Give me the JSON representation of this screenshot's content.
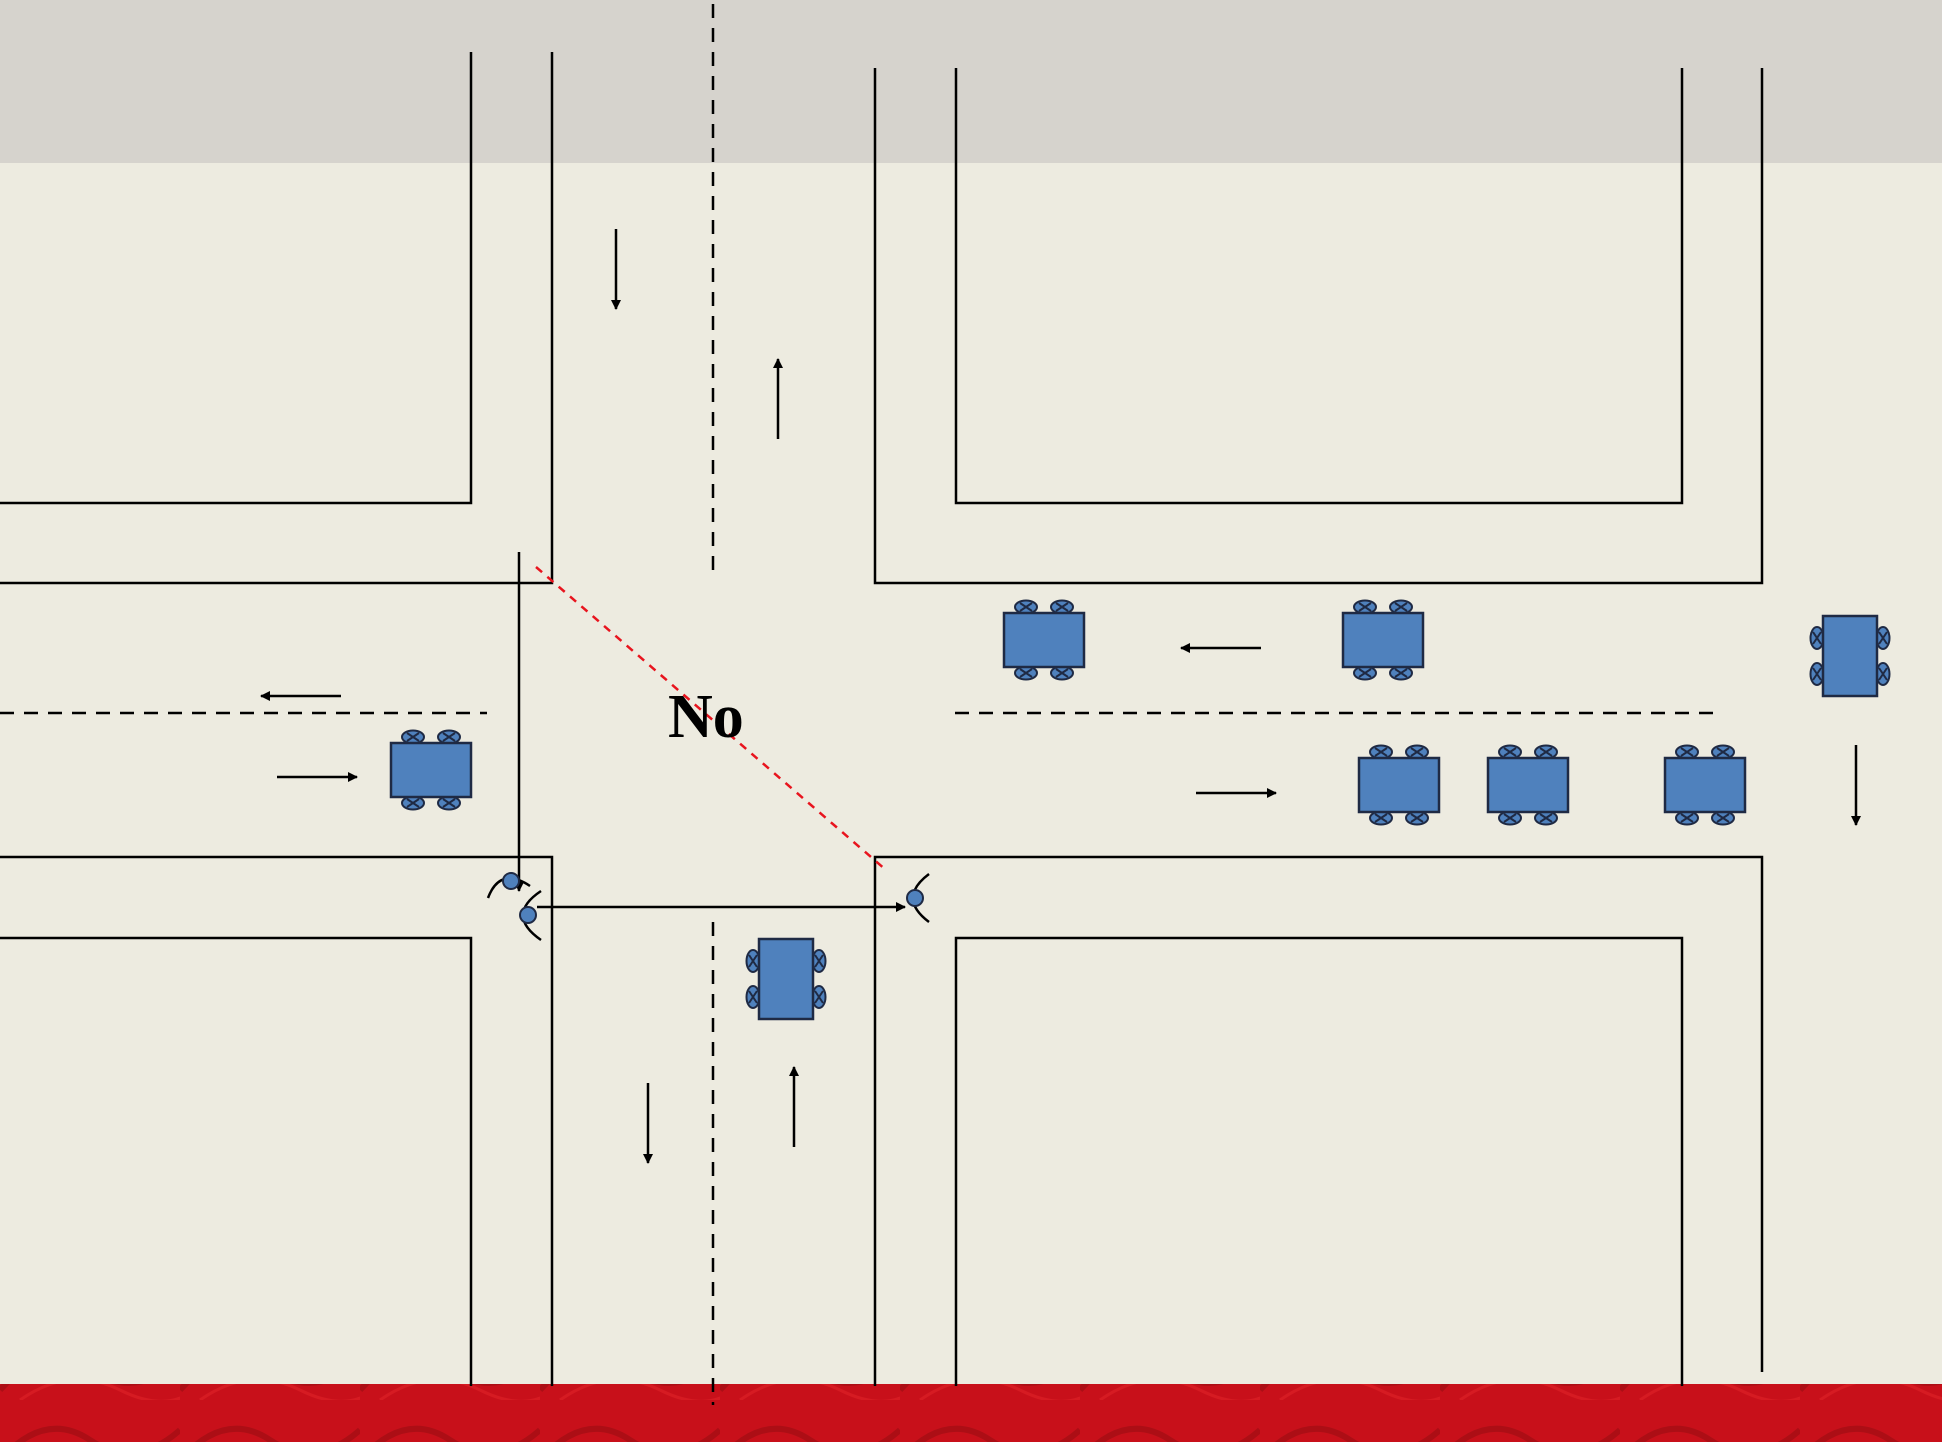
{
  "slide": {
    "colors": {
      "background": "#edebe0",
      "header_band": "#d6d3cd",
      "footer_band": "#c8101a",
      "footer_band_dark": "#8a0a10",
      "line": "#000000",
      "car_fill": "#4f81bd",
      "car_stroke": "#1f2a44",
      "crossing_line": "#e8141e"
    }
  },
  "diagram": {
    "label": "No",
    "cars": {
      "horizontal_count": 6,
      "vertical_count": 2
    },
    "pedestrians_count": 3,
    "icons": [
      "car-icon",
      "pedestrian-icon",
      "arrow-icon"
    ]
  }
}
